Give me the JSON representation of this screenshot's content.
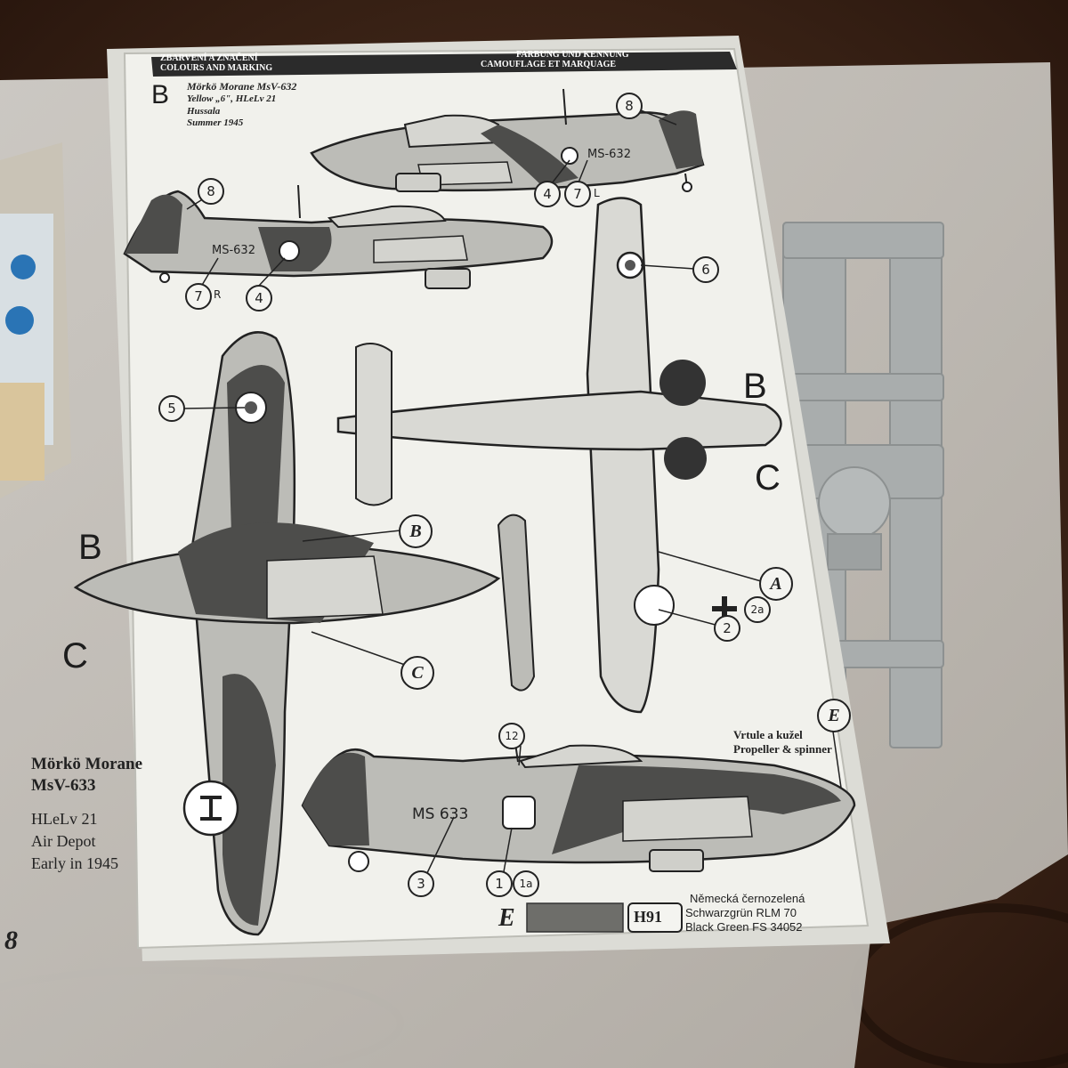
{
  "sheet": {
    "header_left_1": "ZBARVENÍ A ZNAČENÍ",
    "header_left_2": "COLOURS AND MARKING",
    "header_right_1": "FARBUNG UND KENNUNG",
    "header_right_2": "CAMOUFLAGE ET MARQUAGE",
    "page_number": "8"
  },
  "variant_b": {
    "letter": "B",
    "title": "Mörkö Morane MsV-632",
    "line1": "Yellow „6\", HLeLv 21",
    "line2": "Hussala",
    "line3": "Summer 1945",
    "serial": "MS-632"
  },
  "variant_c": {
    "title_1": "Mörkö Morane",
    "title_2": "MsV-633",
    "line1": "HLeLv 21",
    "line2": "Air Depot",
    "line3": "Early in 1945",
    "serial": "MS 633"
  },
  "view_letters": {
    "upper_b": "B",
    "upper_c": "C",
    "top_b": "B",
    "top_c": "C"
  },
  "callouts": {
    "n8a": "8",
    "n8b": "8",
    "n4a": "4",
    "n7l": "7",
    "n7l_suffix": "L",
    "n7r": "7",
    "n7r_suffix": "R",
    "n4b": "4",
    "n6": "6",
    "n5": "5",
    "n2a": "2a",
    "n2": "2",
    "n12": "12",
    "n3": "3",
    "n1": "1",
    "n1a": "1a",
    "cB": "B",
    "cC": "C",
    "cA": "A",
    "cE": "E"
  },
  "propeller_note": {
    "line1": "Vrtule a kužel",
    "line2": "Propeller & spinner"
  },
  "paint": {
    "code": "H91",
    "letter": "E",
    "swatch_color": "#6e6e6a",
    "name_cz": "Německá černozelená",
    "name_de": "Schwarzgrün RLM 70",
    "name_en": "Black Green FS 34052"
  },
  "colors": {
    "table": "#3a2418",
    "paper": "#f1f1ec",
    "camo_light": "#b9b9b4",
    "camo_dark": "#4e4e4c",
    "sprue": "#a9adad"
  }
}
